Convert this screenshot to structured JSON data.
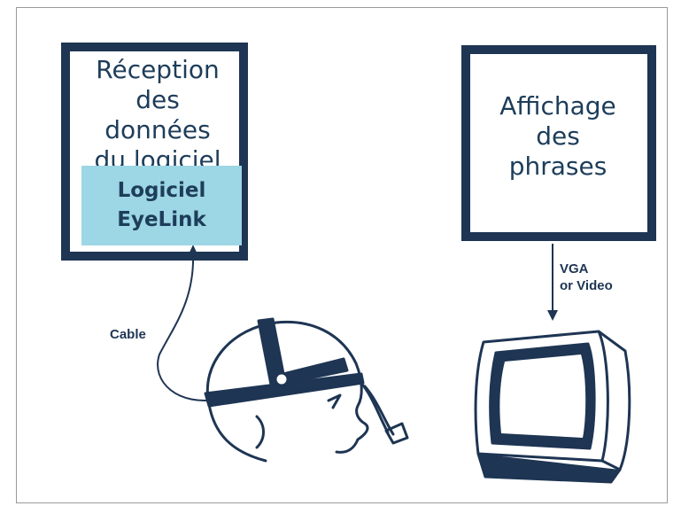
{
  "reception_box": {
    "text": "Réception\ndes\ndonnées\ndu logiciel"
  },
  "eyelink_badge": {
    "text": "Logiciel\nEyeLink"
  },
  "display_box": {
    "text": "Affichage\ndes\nphrases"
  },
  "labels": {
    "cable": "Cable",
    "vga": "VGA\nor Video"
  },
  "colors": {
    "navy": "#1e3553",
    "badge": "#9dd6e4",
    "text": "#1d3d5a"
  }
}
